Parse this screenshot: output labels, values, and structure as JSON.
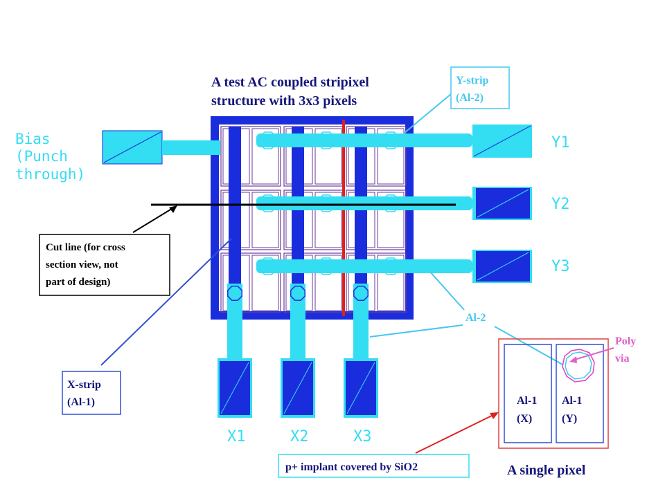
{
  "title": {
    "line1": "A test AC coupled stripixel",
    "line2": "structure with 3x3 pixels"
  },
  "labels": {
    "bias": [
      "Bias",
      "(Punch",
      "through)"
    ],
    "y_pads": [
      "Y1",
      "Y2",
      "Y3"
    ],
    "x_pads": [
      "X1",
      "X2",
      "X3"
    ],
    "ystrip_box": [
      "Y-strip",
      "(Al-2)"
    ],
    "cut_line_box": [
      "Cut line (for cross",
      "section view, not",
      "part of design)"
    ],
    "xstrip_box": [
      "X-strip",
      "(Al-1)"
    ],
    "al2": "Al-2",
    "poly_via": [
      "Poly",
      "via"
    ],
    "al1_x": [
      "Al-1",
      "(X)"
    ],
    "al1_y": [
      "Al-1",
      "(Y)"
    ],
    "implant_box": "p+ implant covered by SiO2",
    "single_pixel": "A single pixel"
  },
  "colors": {
    "al2_cyan": "#33ddf2",
    "al1_blue": "#1a2ddd",
    "implant_purple": "#6a3a9a",
    "cut_red": "#e02020",
    "pixel_red": "#e04040",
    "pixel_blue": "#3050d0",
    "poly_magenta": "#e040c0",
    "title_blue": "#15157a",
    "label_cyan": "#44c8f0",
    "poly_pink": "#e060c8"
  }
}
